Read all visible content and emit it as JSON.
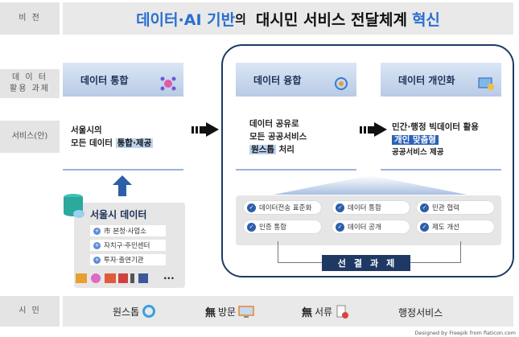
{
  "row_labels": {
    "vision": "비  전",
    "tasks": "데 이 터\n활용 과제",
    "service": "서비스(안)",
    "citizen": "시  민"
  },
  "vision_title": {
    "part1": "데이터·AI 기반",
    "part2": "의",
    "part3": "대시민 서비스 전달체계",
    "part4": "혁신"
  },
  "headers": {
    "integration": "데이터 통합",
    "fusion": "데이터 융합",
    "personalization": "데이터 개인화"
  },
  "service_text": {
    "integration_line1": "서울시의",
    "integration_line2_pre": "모든 데이터 ",
    "integration_line2_hl": "통합·제공",
    "fusion_line1": "데이터 공유로",
    "fusion_line2": "모든 공공서비스",
    "fusion_line3_hl": "원스톱",
    "fusion_line3_post": " 처리",
    "personal_line1": "민간·행정 빅데이터 활용",
    "personal_line2_hl": "개인 맞춤형",
    "personal_line3": "공공서비스 제공"
  },
  "tasks_panel": {
    "items": [
      "데이터전송 표준화",
      "데이터 통합",
      "민관 협력",
      "인증 통합",
      "데이터 공개",
      "제도 개선"
    ],
    "label": "선결과제"
  },
  "seoul_data": {
    "title": "서울시 데이터",
    "items": [
      "市 본청·사업소",
      "자치구·주민센터",
      "투자·출연기관"
    ],
    "more": "..."
  },
  "citizen_items": {
    "onestop": "원스톱",
    "no_visit_bold": "無",
    "no_visit": "방문",
    "no_doc_bold": "無",
    "no_doc": "서류",
    "admin_service": "행정서비스"
  },
  "credit": "Designed by Freepik from flaticon.com",
  "colors": {
    "accent_blue": "#2a6fd0",
    "navy": "#1e3a64",
    "highlight": "#2c63b9"
  }
}
